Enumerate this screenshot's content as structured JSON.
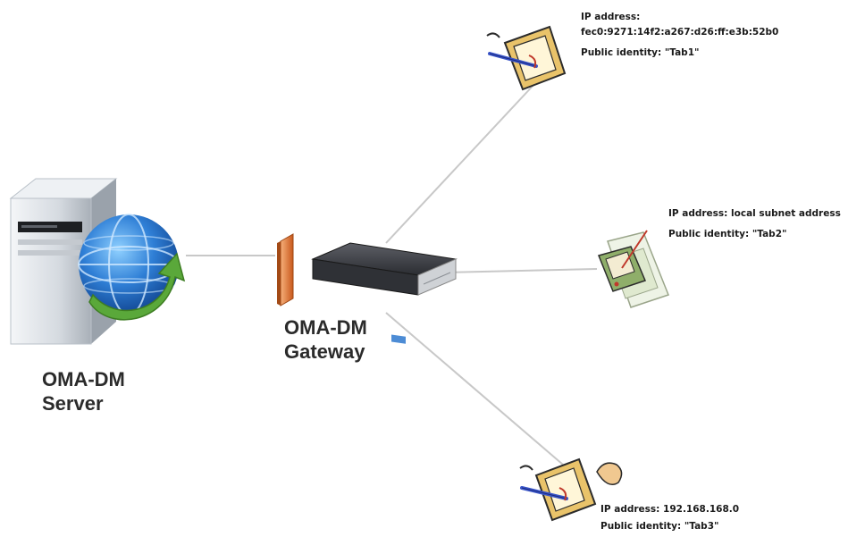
{
  "server": {
    "label_line1": "OMA-DM",
    "label_line2": "Server"
  },
  "gateway": {
    "label_line1": "OMA-DM",
    "label_line2": "Gateway"
  },
  "devices": [
    {
      "ip_label": "IP address:",
      "ip_value": "fec0:9271:14f2:a267:d26:ff:e3b:52b0",
      "identity": "Public identity: \"Tab1\""
    },
    {
      "ip_line": "IP address: local subnet address",
      "identity": "Public identity: \"Tab2\""
    },
    {
      "ip_line": "IP address: 192.168.168.0",
      "identity": "Public identity: \"Tab3\""
    }
  ],
  "colors": {
    "connector": "#c8c8c8",
    "server_body": "#d8dde3",
    "globe": "#2f6fc0",
    "arrow": "#5aa83a",
    "firewall": "#e07a3a",
    "gateway_box": "#2a2a2e",
    "tablet_frame": "#d9a84a",
    "pda_body": "#8fae6a"
  }
}
